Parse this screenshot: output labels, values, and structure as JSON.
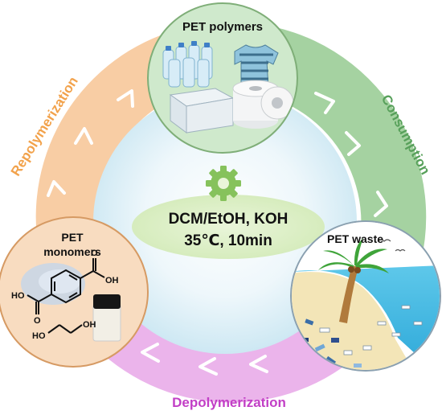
{
  "cycle": {
    "stages": {
      "polymers": "PET polymers",
      "waste": "PET waste",
      "monomers_line1": "PET",
      "monomers_line2": "monomers"
    },
    "arcs": {
      "consumption": "Consumption",
      "depolymerization": "Depolymerization",
      "repolymerization": "Repolymerization"
    },
    "center": {
      "line1": "DCM/EtOH, KOH",
      "line2": "35℃, 10min"
    },
    "chemistry": {
      "oh_top": "OH",
      "ho_left": "HO",
      "o_top": "O",
      "o_bottom": "O",
      "glycol_ho": "HO",
      "glycol_oh": "OH"
    }
  },
  "colors": {
    "consumption": "#9fce9b",
    "depolymerization": "#e6a7e6",
    "repolymerization": "#f7c79a",
    "consumption_text": "#57a05a",
    "depolymerization_text": "#c23fc6",
    "repolymerization_text": "#f2a24b",
    "gear": "#86c25c",
    "center_blob": "#e3f2cf"
  },
  "icons": {
    "center": "gear-icon",
    "arrows": "chevron-icon"
  }
}
